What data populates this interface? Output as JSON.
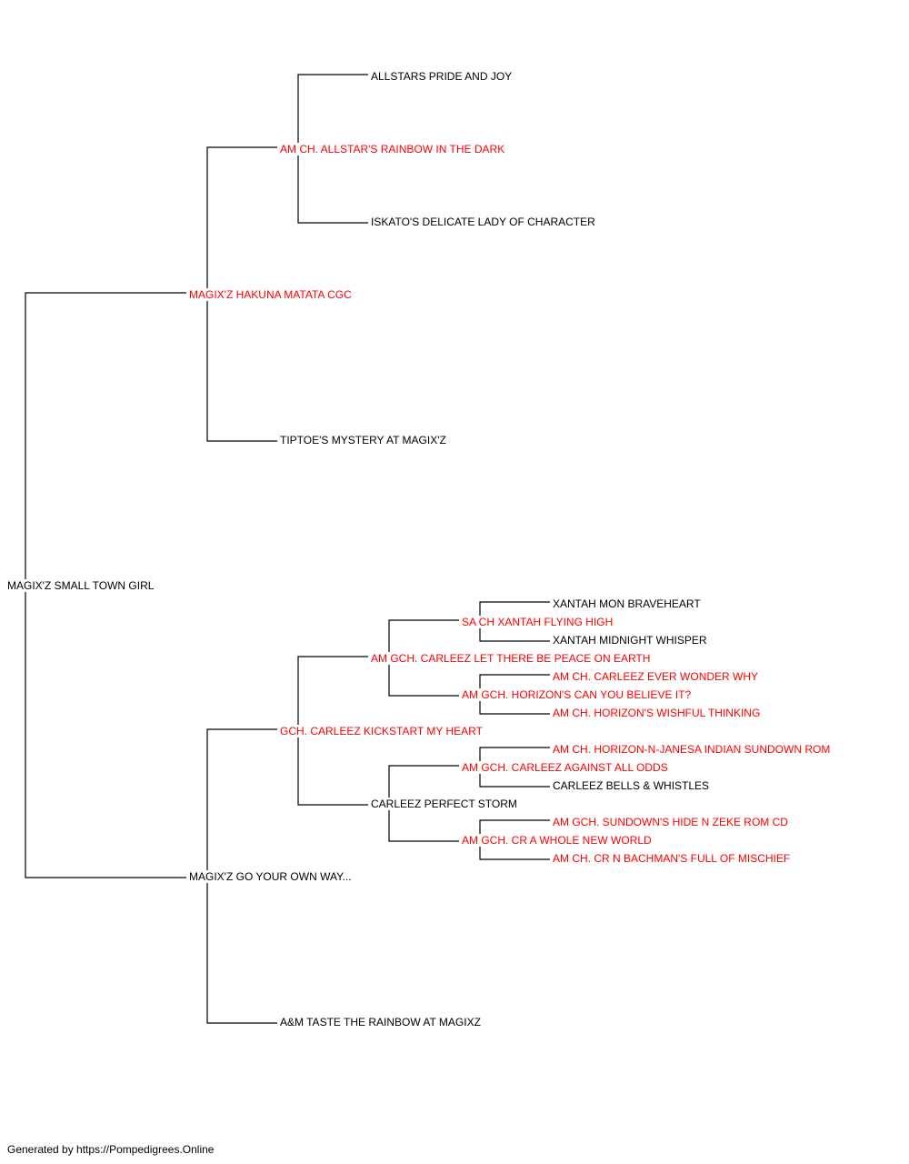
{
  "colors": {
    "titled": "#ff0000",
    "plain": "#000000",
    "line": "#000000"
  },
  "pedigree": {
    "subject": {
      "name": "MAGIX'Z SMALL TOWN GIRL",
      "titled": false
    },
    "sire": {
      "name": "MAGIX'Z HAKUNA MATATA CGC",
      "titled": true
    },
    "sire_sire": {
      "name": "AM CH. ALLSTAR'S RAINBOW IN THE DARK",
      "titled": true
    },
    "sire_sire_sire": {
      "name": "ALLSTARS PRIDE AND JOY",
      "titled": false
    },
    "sire_sire_dam": {
      "name": "ISKATO'S DELICATE LADY OF CHARACTER",
      "titled": false
    },
    "sire_dam": {
      "name": "TIPTOE'S MYSTERY AT MAGIX'Z",
      "titled": false
    },
    "dam": {
      "name": "MAGIX'Z GO YOUR OWN WAY...",
      "titled": false
    },
    "dam_sire": {
      "name": "GCH. CARLEEZ KICKSTART MY HEART",
      "titled": true
    },
    "dam_sire_sire": {
      "name": "AM GCH. CARLEEZ LET THERE BE PEACE ON EARTH",
      "titled": true
    },
    "dam_sire_sire_sire": {
      "name": "SA CH XANTAH FLYING HIGH",
      "titled": true
    },
    "dam_sire_sire_sire_sire": {
      "name": "XANTAH MON BRAVEHEART",
      "titled": false
    },
    "dam_sire_sire_sire_dam": {
      "name": "XANTAH MIDNIGHT WHISPER",
      "titled": false
    },
    "dam_sire_sire_dam": {
      "name": "AM GCH. HORIZON'S CAN YOU BELIEVE IT?",
      "titled": true
    },
    "dam_sire_sire_dam_sire": {
      "name": "AM CH. CARLEEZ EVER WONDER WHY",
      "titled": true
    },
    "dam_sire_sire_dam_dam": {
      "name": "AM CH. HORIZON'S WISHFUL THINKING",
      "titled": true
    },
    "dam_sire_dam": {
      "name": "CARLEEZ PERFECT STORM",
      "titled": false
    },
    "dam_sire_dam_sire": {
      "name": "AM GCH. CARLEEZ AGAINST ALL ODDS",
      "titled": true
    },
    "dam_sire_dam_sire_sire": {
      "name": "AM CH. HORIZON-N-JANESA INDIAN SUNDOWN ROM",
      "titled": true
    },
    "dam_sire_dam_sire_dam": {
      "name": "CARLEEZ BELLS & WHISTLES",
      "titled": false
    },
    "dam_sire_dam_dam": {
      "name": "AM GCH. CR A WHOLE NEW WORLD",
      "titled": true
    },
    "dam_sire_dam_dam_sire": {
      "name": "AM GCH. SUNDOWN'S HIDE N ZEKE ROM CD",
      "titled": true
    },
    "dam_sire_dam_dam_dam": {
      "name": "AM CH. CR N BACHMAN'S FULL OF MISCHIEF",
      "titled": true
    },
    "dam_dam": {
      "name": "A&M TASTE THE RAINBOW AT MAGIXZ",
      "titled": false
    }
  },
  "footer": {
    "credit": "Generated by https://Pompedigrees.Online"
  }
}
